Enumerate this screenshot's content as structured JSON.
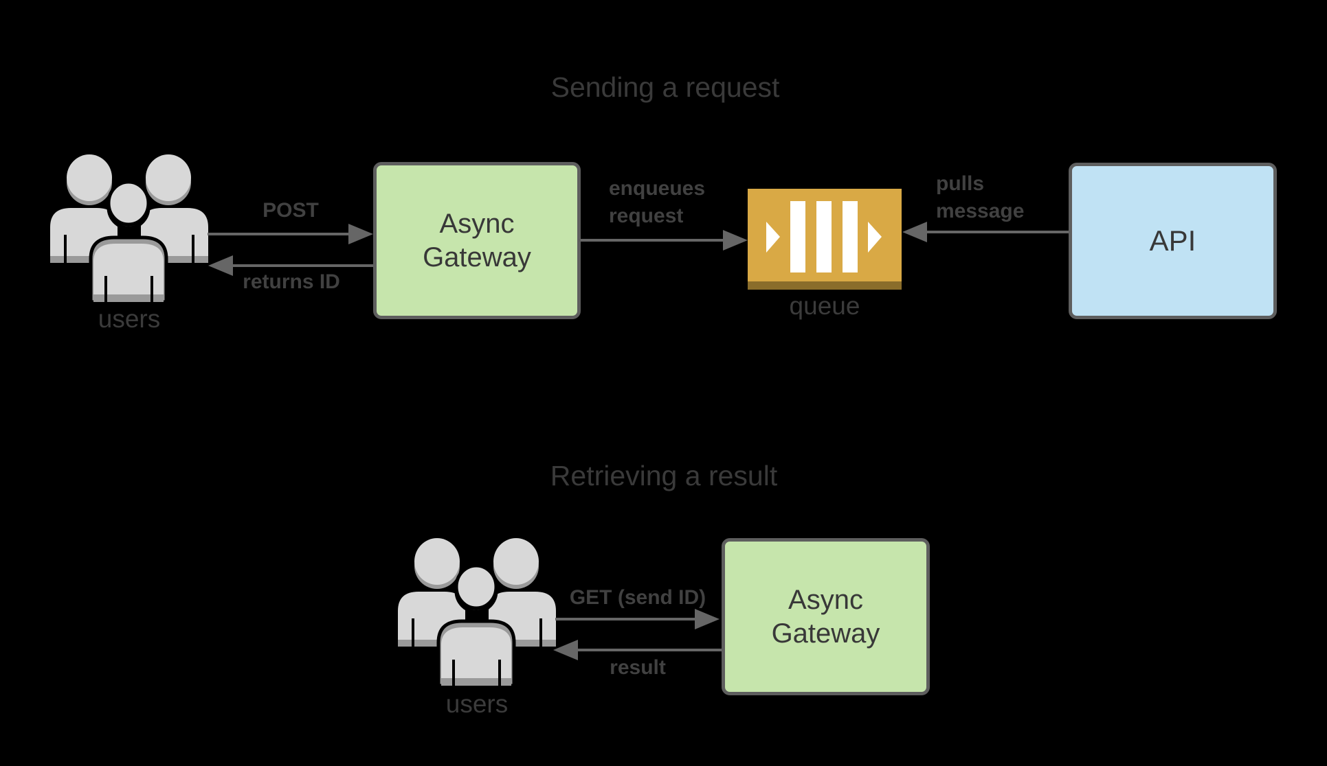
{
  "canvas": {
    "bg": "#000000"
  },
  "colors": {
    "canvas_bg": "#000000",
    "title_text": "#3a3a3a",
    "label_text": "#414141",
    "caption_text": "#3b3b3b",
    "box_text": "#383838",
    "box_border": "#5e5e5e",
    "gateway_fill": "#c6e5ac",
    "api_fill": "#c0e2f4",
    "queue_fill": "#d9a945",
    "queue_shadow": "#8a6d2b",
    "queue_glyph": "#ffffff",
    "arrow_color": "#666666",
    "person_fill": "#d8d8d8",
    "person_shade": "#9a9a9a",
    "person_outline": "#000000"
  },
  "sending": {
    "title": "Sending a request",
    "users_caption": "users",
    "post_label": "POST",
    "returns_label": "returns ID",
    "gateway_label": "Async\nGateway",
    "enqueues_label": "enqueues\nrequest",
    "queue_caption": "queue",
    "pulls_label": "pulls\nmessage",
    "api_label": "API"
  },
  "retrieving": {
    "title": "Retrieving a result",
    "users_caption": "users",
    "get_label": "GET (send ID)",
    "result_label": "result",
    "gateway_label": "Async\nGateway"
  }
}
